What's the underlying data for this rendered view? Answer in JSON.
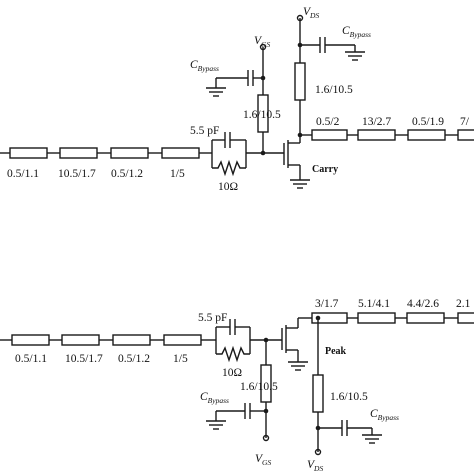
{
  "carrier": {
    "input_lines": [
      "0.5/1.1",
      "10.5/1.7",
      "0.5/1.2",
      "1/5"
    ],
    "cap_label": "5.5 pF",
    "res_label": "10Ω",
    "gate_line": "1.6/10.5",
    "drain_line": "1.6/10.5",
    "output_lines": [
      "0.5/2",
      "13/2.7",
      "0.5/1.9",
      "7/"
    ],
    "transistor_label": "Carry",
    "vgs": {
      "main": "V",
      "sub": "GS"
    },
    "vds": {
      "main": "V",
      "sub": "DS"
    },
    "bypass": {
      "main": "C",
      "sub": "Bypass"
    }
  },
  "peak": {
    "input_lines": [
      "0.5/1.1",
      "10.5/1.7",
      "0.5/1.2",
      "1/5"
    ],
    "cap_label": "5.5 pF",
    "res_label": "10Ω",
    "gate_line": "1.6/10.5",
    "drain_line": "1.6/10.5",
    "output_lines": [
      "3/1.7",
      "5.1/4.1",
      "4.4/2.6",
      "2.1"
    ],
    "transistor_label": "Peak",
    "vgs": {
      "main": "V",
      "sub": "GS"
    },
    "vds": {
      "main": "V",
      "sub": "DS"
    },
    "bypass": {
      "main": "C",
      "sub": "Bypass"
    }
  }
}
